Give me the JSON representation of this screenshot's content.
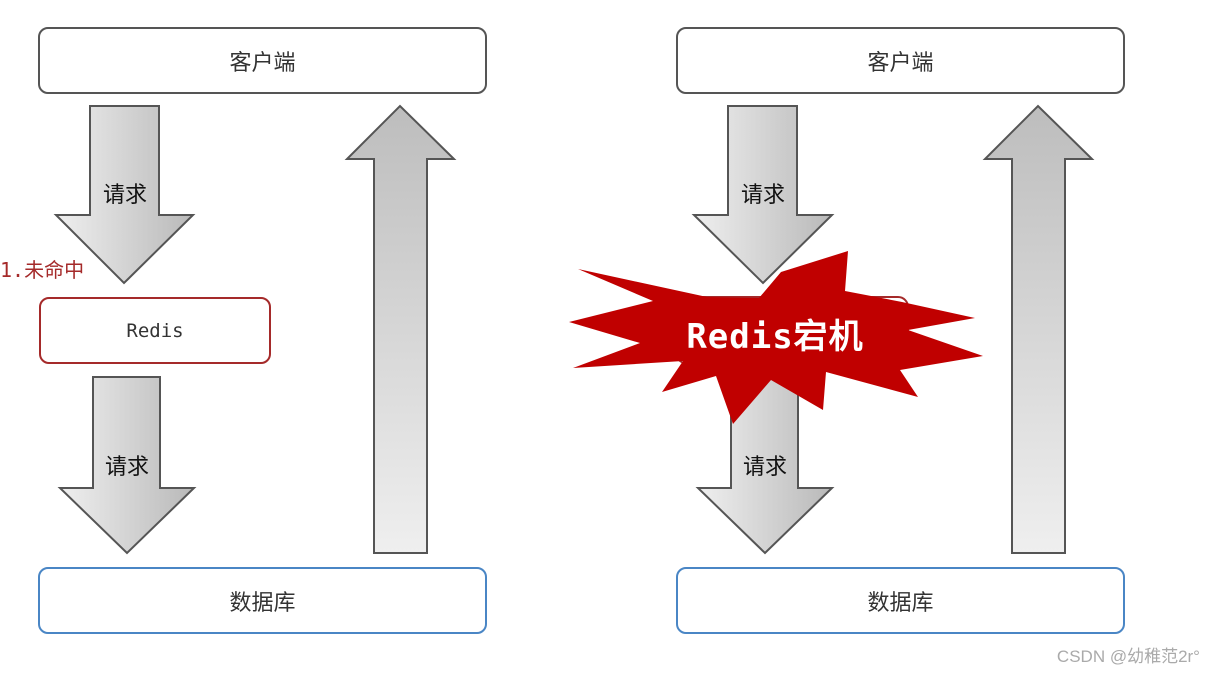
{
  "left_panel": {
    "client": "客户端",
    "request_top": "请求",
    "miss": "1.未命中",
    "redis": "Redis",
    "request_bottom": "请求",
    "database": "数据库"
  },
  "right_panel": {
    "client": "客户端",
    "request_top": "请求",
    "burst": "Redis宕机",
    "request_bottom": "请求",
    "database": "数据库"
  },
  "colors": {
    "redis_border": "#a52a2a",
    "db_border": "#4a86c5",
    "burst_fill": "#c00000"
  },
  "watermark": "CSDN @幼稚范2r°"
}
